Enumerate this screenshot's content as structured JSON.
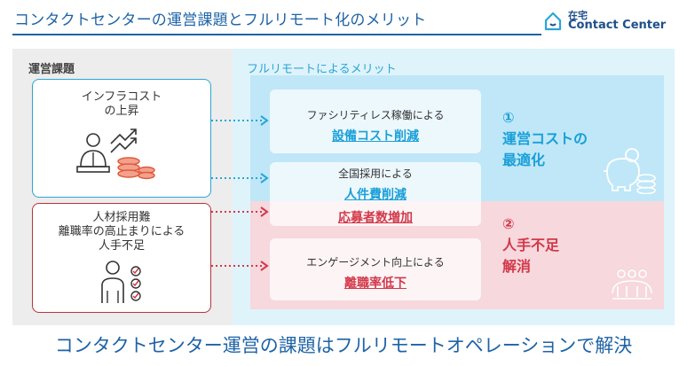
{
  "title": "コンタクトセンターの運営課題とフルリモート化のメリット",
  "logo": {
    "top": "在宅",
    "main": "Contact Center"
  },
  "left_header": "運営課題",
  "right_header": "フルリモートによるメリット",
  "problems": [
    {
      "lines": [
        "インフラコスト",
        "の上昇"
      ]
    },
    {
      "lines": [
        "人材採用難",
        "離職率の高止まりによる",
        "人手不足"
      ]
    }
  ],
  "merits": [
    {
      "sub": "ファシリティレス稼働による",
      "main": "設備コスト削減"
    },
    {
      "sub": "全国採用による",
      "main": "人件費削減",
      "main2": "応募者数増加"
    },
    {
      "sub": "エンゲージメント向上による",
      "main": "離職率低下"
    }
  ],
  "outcomes": [
    {
      "num": "①",
      "lines": [
        "運営コストの",
        "最適化"
      ]
    },
    {
      "num": "②",
      "lines": [
        "人手不足",
        "解消"
      ]
    }
  ],
  "conclusion": "コンタクトセンター運営の課題はフルリモートオペレーションで解決",
  "colors": {
    "blue": "#1a9fd8",
    "red": "#d2394a",
    "title": "#1e63a6"
  }
}
